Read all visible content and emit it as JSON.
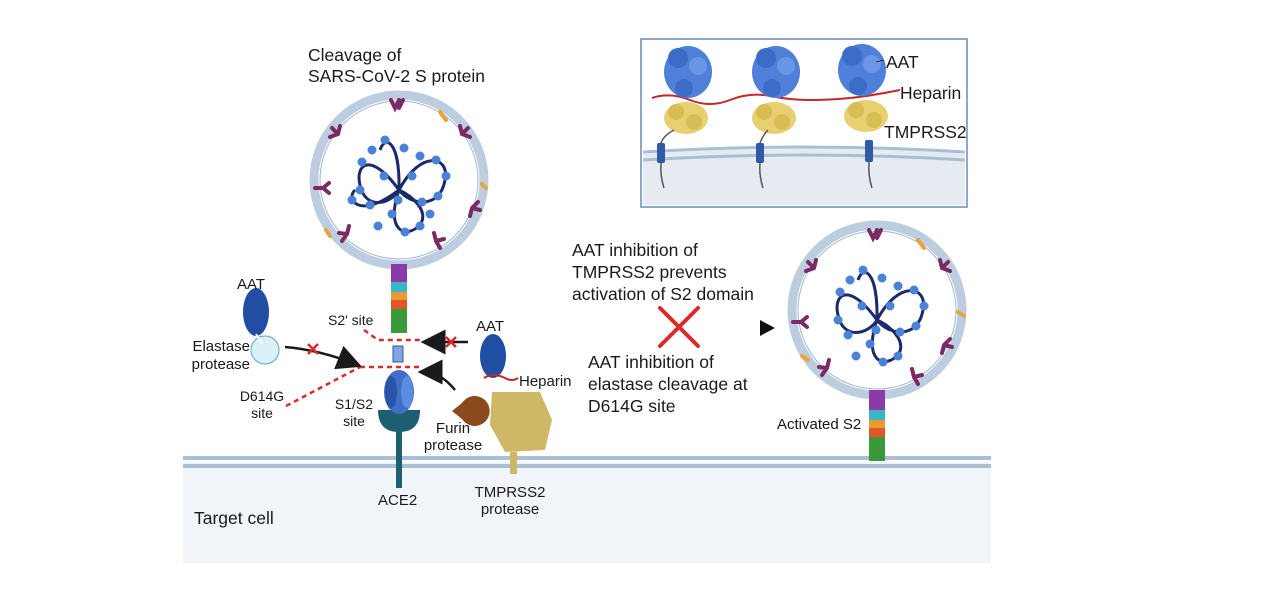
{
  "title": {
    "line1": "Cleavage of",
    "line2": "SARS-CoV-2 S protein"
  },
  "inset": {
    "aat": "AAT",
    "heparin": "Heparin",
    "tmprss2": "TMPRSS2"
  },
  "left": {
    "aat_top": "AAT",
    "elastase_line1": "Elastase",
    "elastase_line2": "protease",
    "s2prime": "S2' site",
    "d614g_line1": "D614G",
    "d614g_line2": "site",
    "s1s2_line1": "S1/S2",
    "s1s2_line2": "site",
    "ace2": "ACE2",
    "furin_line1": "Furin",
    "furin_line2": "protease",
    "aat_right": "AAT",
    "heparin": "Heparin",
    "tmprss2_line1": "TMPRSS2",
    "tmprss2_line2": "protease",
    "target_cell": "Target cell"
  },
  "middle": {
    "upper_line1": "AAT inhibition of",
    "upper_line2": "TMPRSS2 prevents",
    "upper_line3": "activation of S2 domain",
    "lower_line1": "AAT inhibition of",
    "lower_line2": "elastase cleavage at",
    "lower_line3": "D614G site"
  },
  "right": {
    "activated_s2": "Activated S2"
  },
  "colors": {
    "membrane": "#a9bfd4",
    "cell_fill": "#f1f5f9",
    "inset_border": "#8fa7c9",
    "inset_fill": "#e3ebf5",
    "aat_blue": "#1f4ea3",
    "rna": "#1b2a6b",
    "nucleo": "#4b82d6",
    "spike": "#7b2a63",
    "orange_marker": "#e8a43a",
    "inhibit_red": "#d92b2b",
    "tmprss2": "#cfb865",
    "furin": "#8b4a1d",
    "ace2": "#1d5e70"
  }
}
